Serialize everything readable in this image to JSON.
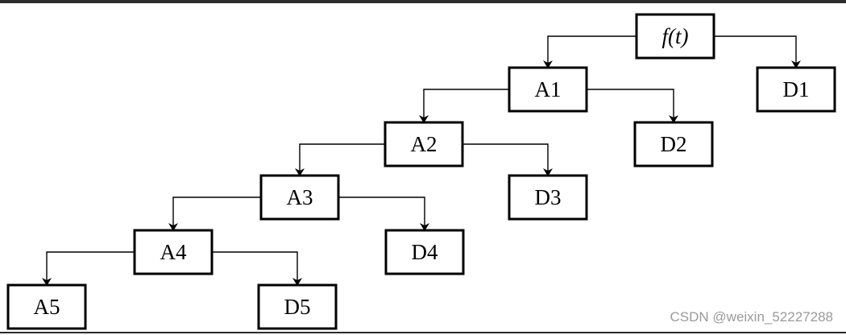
{
  "diagram": {
    "nodes": [
      {
        "id": "ft",
        "label": "f(t)"
      },
      {
        "id": "A1",
        "label": "A1"
      },
      {
        "id": "D1",
        "label": "D1"
      },
      {
        "id": "A2",
        "label": "A2"
      },
      {
        "id": "D2",
        "label": "D2"
      },
      {
        "id": "A3",
        "label": "A3"
      },
      {
        "id": "D3",
        "label": "D3"
      },
      {
        "id": "A4",
        "label": "A4"
      },
      {
        "id": "D4",
        "label": "D4"
      },
      {
        "id": "A5",
        "label": "A5"
      },
      {
        "id": "D5",
        "label": "D5"
      }
    ],
    "edges": [
      {
        "from": "ft",
        "to": "A1"
      },
      {
        "from": "ft",
        "to": "D1"
      },
      {
        "from": "A1",
        "to": "A2"
      },
      {
        "from": "A1",
        "to": "D2"
      },
      {
        "from": "A2",
        "to": "A3"
      },
      {
        "from": "A2",
        "to": "D3"
      },
      {
        "from": "A3",
        "to": "A4"
      },
      {
        "from": "A3",
        "to": "D4"
      },
      {
        "from": "A4",
        "to": "A5"
      },
      {
        "from": "A4",
        "to": "D5"
      }
    ],
    "colors": {
      "stroke": "#000000",
      "fill": "#ffffff"
    }
  },
  "watermark": "CSDN @weixin_52227288"
}
